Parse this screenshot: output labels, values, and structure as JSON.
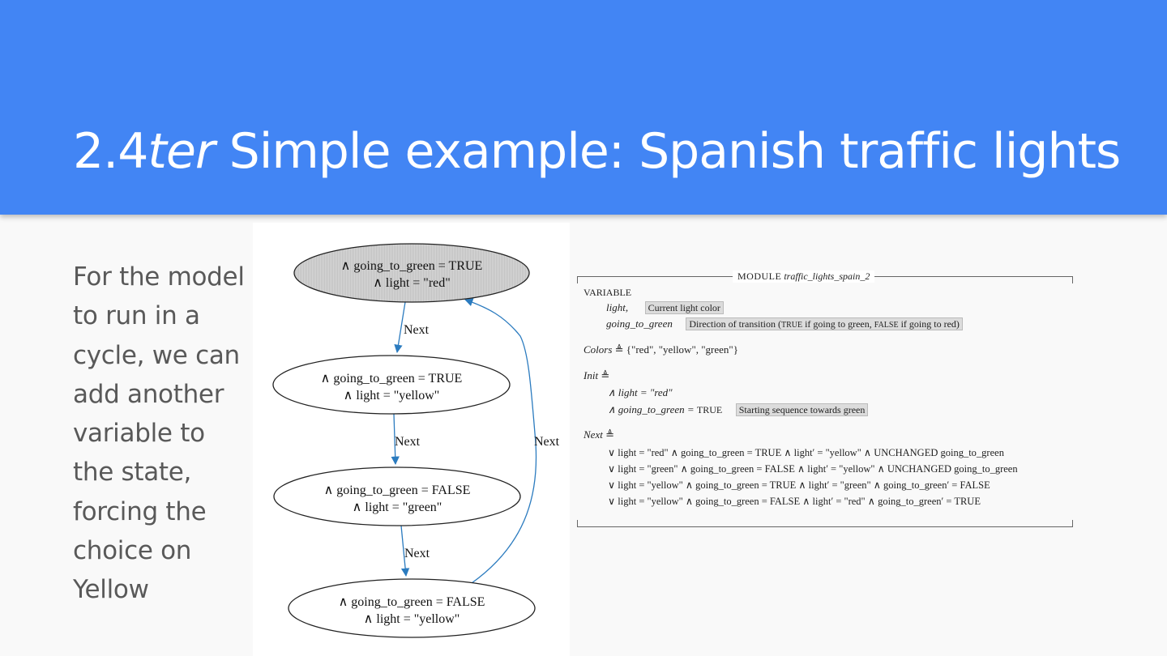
{
  "slide": {
    "title_num": "2.4",
    "title_italic": "ter",
    "title_rest": " Simple example: Spanish traffic lights",
    "body": "For the model to run in a cycle, we can add another variable to the state, forcing the choice on Yellow"
  },
  "graph": {
    "edge_label": "Next",
    "states": [
      {
        "line1": "∧ going_to_green = TRUE",
        "line2": "∧ light = \"red\""
      },
      {
        "line1": "∧ going_to_green = TRUE",
        "line2": "∧ light = \"yellow\""
      },
      {
        "line1": "∧ going_to_green = FALSE",
        "line2": "∧ light = \"green\""
      },
      {
        "line1": "∧ going_to_green = FALSE",
        "line2": "∧ light = \"yellow\""
      }
    ]
  },
  "tla": {
    "module_kw": "MODULE",
    "module_name": "traffic_lights_spain_2",
    "variable_kw": "VARIABLE",
    "var1": "light,",
    "var1_comment": "Current light color",
    "var2": "going_to_green",
    "var2_comment_a": "Direction of transition (",
    "var2_comment_true": "TRUE",
    "var2_comment_b": " if going to green, ",
    "var2_comment_false": "FALSE",
    "var2_comment_c": " if going to red)",
    "colors_name": "Colors",
    "colors_def": "≜ {\"red\", \"yellow\", \"green\"}",
    "init_name": "Init",
    "init_def": "≜",
    "init_line1": "∧ light = \"red\"",
    "init_line2_a": "∧ going_to_green = ",
    "init_line2_b": "TRUE",
    "init_comment": "Starting sequence towards green",
    "next_name": "Next",
    "next_def": "≜",
    "next_lines": [
      "∨ light = \"red\"     ∧ going_to_green = TRUE  ∧ light′ = \"yellow\" ∧ UNCHANGED going_to_green",
      "∨ light = \"green\"   ∧ going_to_green = FALSE ∧ light′ = \"yellow\" ∧ UNCHANGED going_to_green",
      "∨ light = \"yellow\" ∧ going_to_green = TRUE  ∧ light′ = \"green\"   ∧ going_to_green′ = FALSE",
      "∨ light = \"yellow\" ∧ going_to_green = FALSE ∧ light′ = \"red\"     ∧ going_to_green′ = TRUE"
    ]
  }
}
